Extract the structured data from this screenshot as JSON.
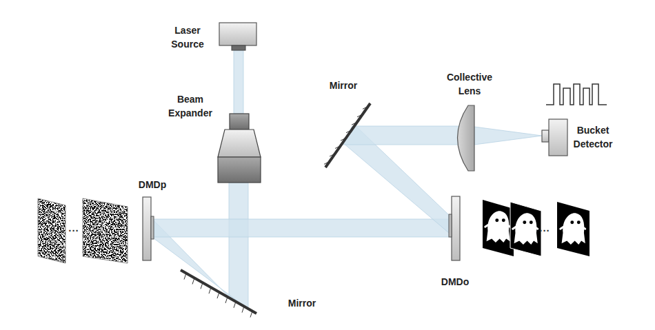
{
  "diagram": {
    "labels": [
      "Laser Source",
      "Mirror",
      "Collective Lens",
      "Beam Expander",
      "Bucket Detector",
      "DMDp",
      "...",
      "...",
      "DMDo",
      "Mirror"
    ]
  }
}
